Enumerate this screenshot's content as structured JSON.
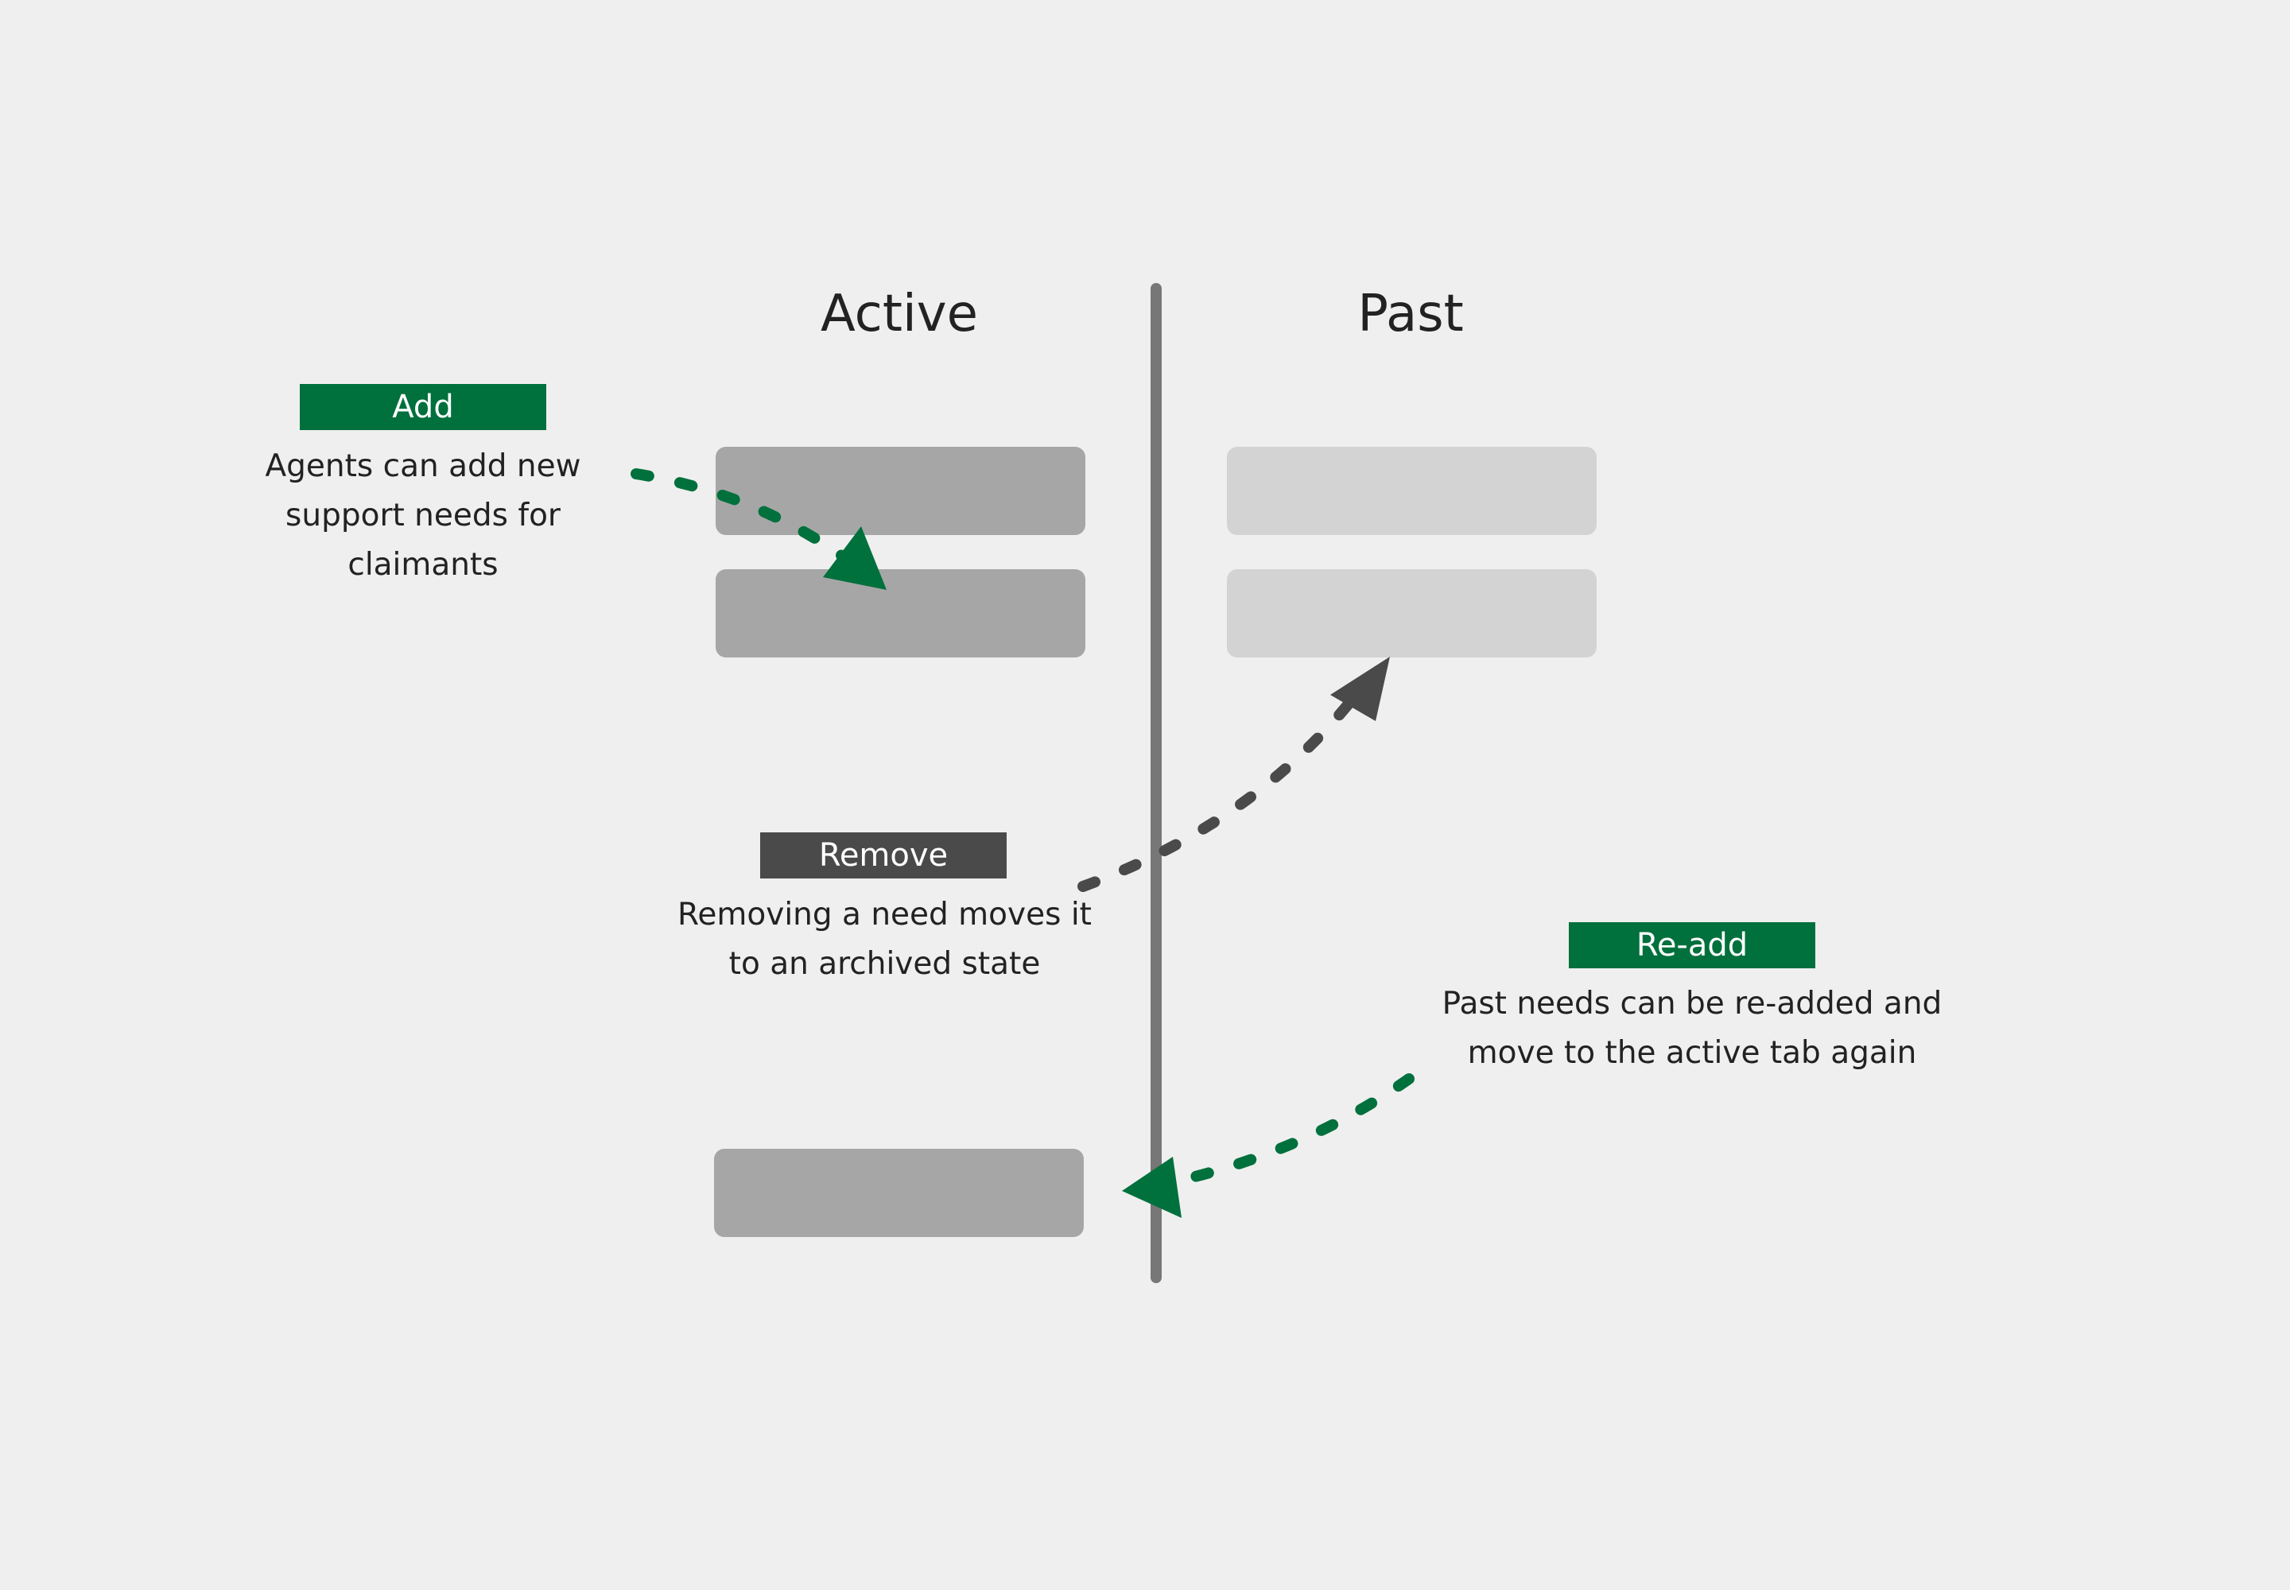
{
  "columns": {
    "active_title": "Active",
    "past_title": "Past"
  },
  "annotations": {
    "add": {
      "tag": "Add",
      "description": "Agents can add new support needs for claimants"
    },
    "remove": {
      "tag": "Remove",
      "description": "Removing a need moves it to an archived state"
    },
    "readd": {
      "tag": "Re-add",
      "description": "Past needs can be re-added and move to the active tab again"
    }
  },
  "colors": {
    "background": "#efefef",
    "accent_green": "#00703c",
    "dark_gray": "#4a4a4a",
    "divider": "#777777",
    "active_card": "#a6a6a6",
    "past_card": "#d3d3d3"
  }
}
